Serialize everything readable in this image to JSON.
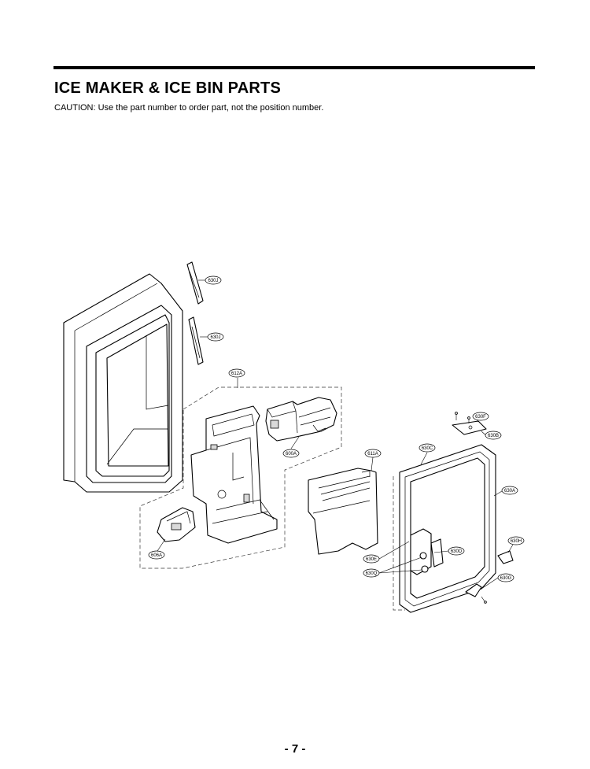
{
  "header": {
    "title": "ICE MAKER & ICE BIN PARTS",
    "caution": "CAUTION: Use the part number to order part, not the position number."
  },
  "diagram": {
    "callouts": {
      "c630J_top": "630J",
      "c630J_mid": "630J",
      "c612A": "612A",
      "c600A": "600A",
      "c611A": "611A",
      "c630C": "630C",
      "c630F": "630F",
      "c630B": "630B",
      "c630A": "630A",
      "c630H": "630H",
      "c630D": "630D",
      "c630E": "630E",
      "c630Q": "630Q",
      "c630G": "630G",
      "c606A": "606A"
    }
  },
  "footer": {
    "page_number": "- 7 -"
  }
}
